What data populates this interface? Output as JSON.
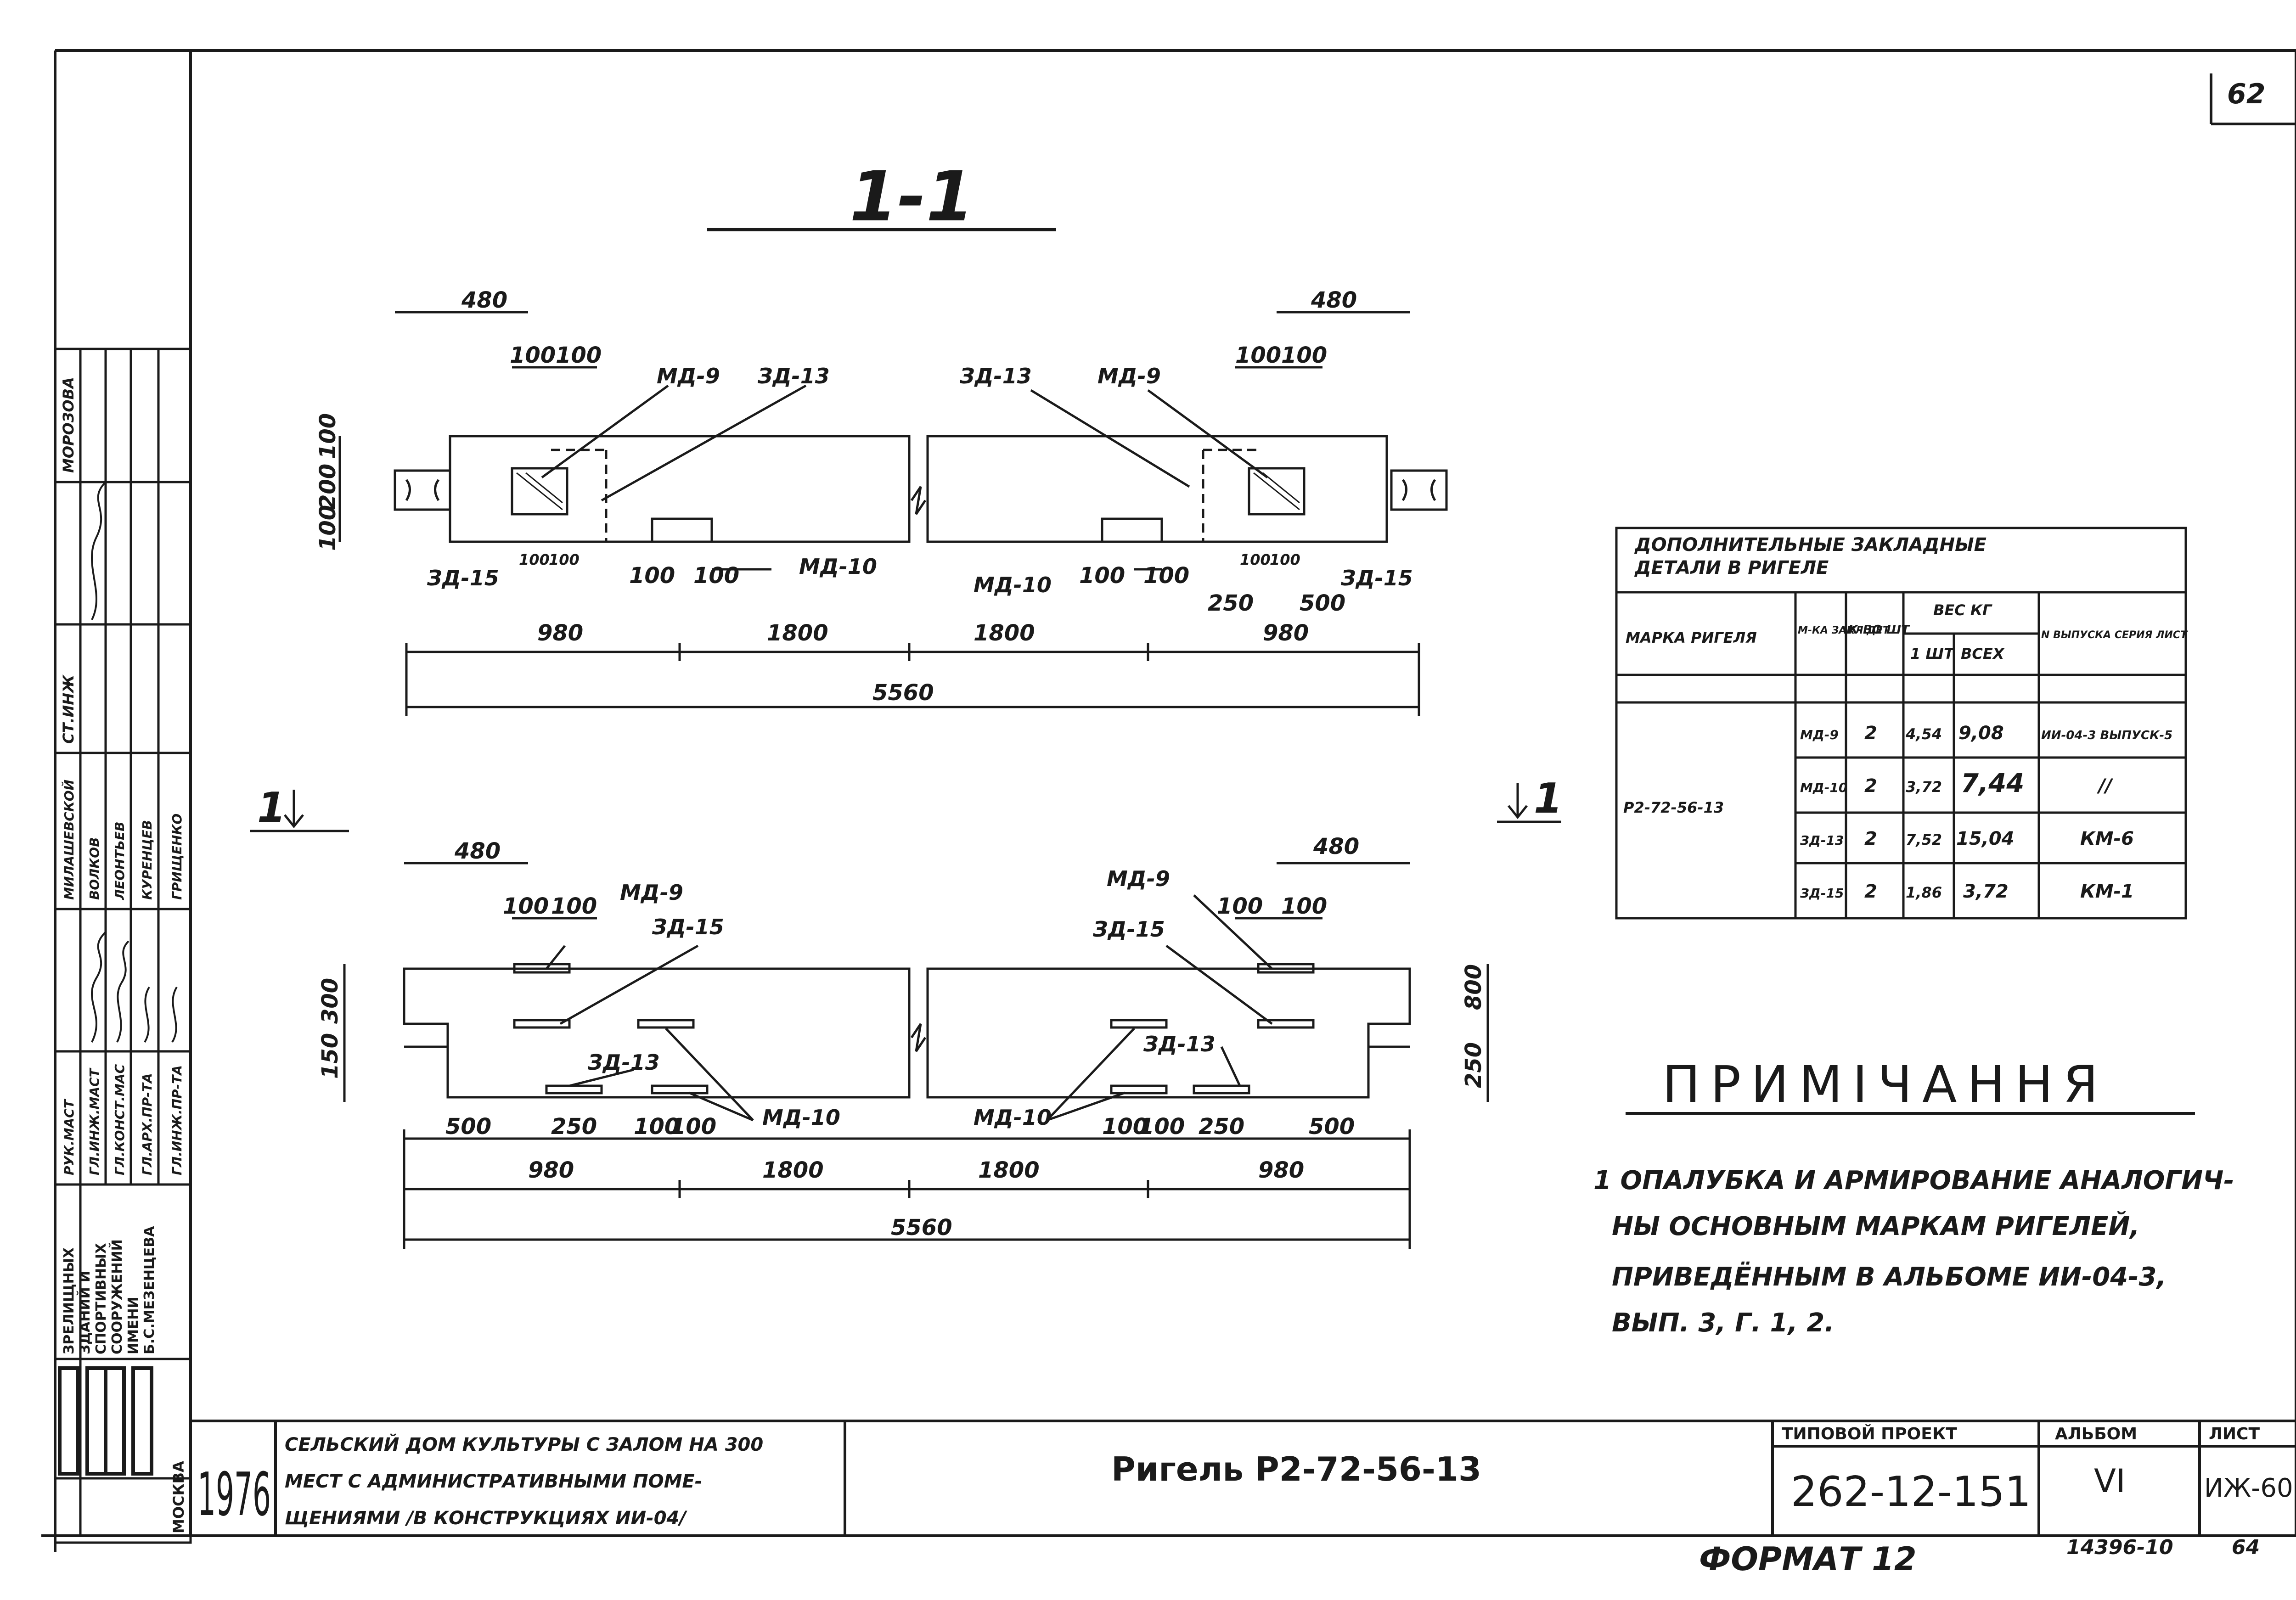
{
  "sheet_corner": "62",
  "section_title": "1-1",
  "section_mark_left": "1",
  "section_mark_right": "1",
  "top_view": {
    "dims_top": [
      "480",
      "100",
      "100",
      "100",
      "100",
      "480"
    ],
    "dims_side": [
      "100",
      "200",
      "100"
    ],
    "labels": [
      "МД-9",
      "ЗД-13",
      "ЗД-13",
      "МД-9",
      "ЗД-15",
      "МД-10",
      "МД-10",
      "ЗД-15"
    ],
    "small_dims": [
      "100",
      "100",
      "100",
      "100",
      "100",
      "100",
      "100",
      "100",
      "250",
      "500"
    ],
    "dims_bottom": [
      "980",
      "1800",
      "1800",
      "980"
    ],
    "dim_total": "5560"
  },
  "bottom_view": {
    "dims_top": [
      "480",
      "100",
      "100",
      "100",
      "100",
      "480"
    ],
    "labels": [
      "МД-9",
      "ЗД-15",
      "МД-9",
      "ЗД-15",
      "ЗД-13",
      "ЗД-13",
      "МД-10",
      "МД-10"
    ],
    "dims_side_left": [
      "300",
      "150"
    ],
    "dims_side_right": [
      "800",
      "250"
    ],
    "dims_row": [
      "500",
      "250",
      "100",
      "100",
      "100",
      "100",
      "250",
      "500"
    ],
    "dims_bottom": [
      "980",
      "1800",
      "1800",
      "980"
    ],
    "dim_total": "5560"
  },
  "table": {
    "title_line1": "ДОПОЛНИТЕЛЬНЫЕ ЗАКЛАДНЫЕ",
    "title_line2": "ДЕТАЛИ В РИГЕЛЕ",
    "headers": {
      "marka": "МАРКА РИГЕЛЯ",
      "marka_zakl": "М-КА ЗАКЛ ДЕТ.",
      "kol": "К-ВО ШТ",
      "ves": "ВЕС КГ",
      "ves_1": "1 ШТ",
      "ves_all": "ВСЕХ",
      "seria": "N ВЫПУСКА СЕРИЯ ЛИСТ"
    },
    "rigel": "Р2-72-56-13",
    "rows": [
      {
        "mark": "МД-9",
        "qty": "2",
        "w1": "4,54",
        "wall": "9,08",
        "ref": "ИИ-04-3 ВЫПУСК-5"
      },
      {
        "mark": "МД-10",
        "qty": "2",
        "w1": "3,72",
        "wall": "7,44",
        "ref": "//"
      },
      {
        "mark": "ЗД-13",
        "qty": "2",
        "w1": "7,52",
        "wall": "15,04",
        "ref": "КМ-6"
      },
      {
        "mark": "ЗД-15",
        "qty": "2",
        "w1": "1,86",
        "wall": "3,72",
        "ref": "КМ-1"
      }
    ]
  },
  "note": {
    "title": "ПРИМІЧАННЯ",
    "lines": [
      "1 ОПАЛУБКА И АРМИРОВАНИЕ АНАЛОГИЧ-",
      "НЫ ОСНОВНЫМ МАРКАМ РИГЕЛЕЙ,",
      "ПРИВЕДЁННЫМ В АЛЬБОМЕ ИИ-04-3,",
      "ВЫП. 3, Г. 1, 2."
    ]
  },
  "side_stamp": {
    "org": [
      "ЗРЕЛИЩНЫХ",
      "ЗДАНИЙ И",
      "СПОРТИВНЫХ",
      "СООРУЖЕНИЙ",
      "ИМЕНИ",
      "Б.С.МЕЗЕНЦЕВА"
    ],
    "city": "МОСКВА",
    "roles": [
      "РУК.МАСТ",
      "ГЛ.ИНЖ.МАСТ",
      "ГЛ.КОНСТ.МАС",
      "ГЛ.АРХ.ПР-ТА",
      "ГЛ.ИНЖ.ПР-ТА"
    ],
    "names": [
      "МИЛАШЕВСКОЙ",
      "ВОЛКОВ",
      "ЛЕОНТЬЕВ",
      "КУРЕНЦЕВ",
      "ГРИЩЕНКО"
    ],
    "role_top": "СТ.ИНЖ",
    "name_top": "МОРОЗОВА"
  },
  "title_block": {
    "year": "1976",
    "description": [
      "СЕЛЬСКИЙ ДОМ КУЛЬТУРЫ С ЗАЛОМ НА 300",
      "МЕСТ С АДМИНИСТРАТИВНЫМИ ПОМЕ-",
      "ЩЕНИЯМИ /В КОНСТРУКЦИЯХ ИИ-04/"
    ],
    "drawing_name": "Ригель Р2-72-56-13",
    "project_label": "ТИПОВОЙ ПРОЕКТ",
    "project": "262-12-151",
    "album_label": "АЛЬБОМ",
    "album": "VI",
    "sheet_label": "ЛИСТ",
    "sheet": "ИЖ-60"
  },
  "footer": {
    "code": "14396-10",
    "page": "64",
    "format": "ФОРМАТ 12"
  }
}
